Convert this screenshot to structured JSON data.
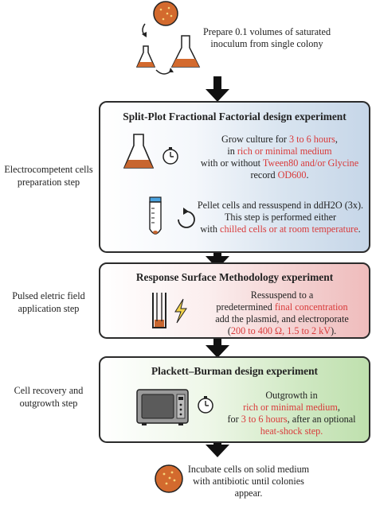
{
  "top": {
    "text": "Prepare 0.1 volumes of saturated inoculum from single colony"
  },
  "steps": {
    "electrocompetent": "Electrocompetent cells preparation step",
    "pulsed": "Pulsed eletric field application step",
    "recovery": "Cell recovery and outgrowth step"
  },
  "box1": {
    "title": "Split-Plot Fractional Factorial design experiment",
    "grow": {
      "a": "Grow culture for ",
      "b": "3 to 6 hours",
      "c": ",",
      "d": "in ",
      "e": "rich or minimal medium",
      "f": "with or without ",
      "g": "Tween80 and/or Glycine",
      "h": "record ",
      "i": "OD600",
      "j": "."
    },
    "pellet": {
      "a": "Pellet cells and ressuspend in ddH2O (3x).",
      "b": "This step is performed either",
      "c": "with ",
      "d": "chilled cells or at room temperature",
      "e": "."
    }
  },
  "box2": {
    "title": "Response Surface Methodology experiment",
    "text": {
      "a": "Ressuspend to a",
      "b": "predetermined ",
      "c": "final concentration",
      "d": "add the plasmid, and electroporate",
      "e": "(",
      "f": "200 to 400 Ω, 1.5 to 2 kV",
      "g": ")."
    }
  },
  "box3": {
    "title": "Plackett–Burman design experiment",
    "text": {
      "a": "Outgrowth in",
      "b": "rich or minimal medium",
      "c": ",",
      "d": "for ",
      "e": "3 to 6 hours",
      "f": ", after an optional",
      "g": "heat-shock step."
    }
  },
  "bottom": {
    "text": "Incubate cells on solid medium with antibiotic until colonies appear."
  },
  "colors": {
    "highlight": "#d93a3a",
    "medium": "#c8662f",
    "box1_accent": "#c6d6e8",
    "box2_accent": "#efbcbc",
    "box3_accent": "#bfe0ae"
  }
}
